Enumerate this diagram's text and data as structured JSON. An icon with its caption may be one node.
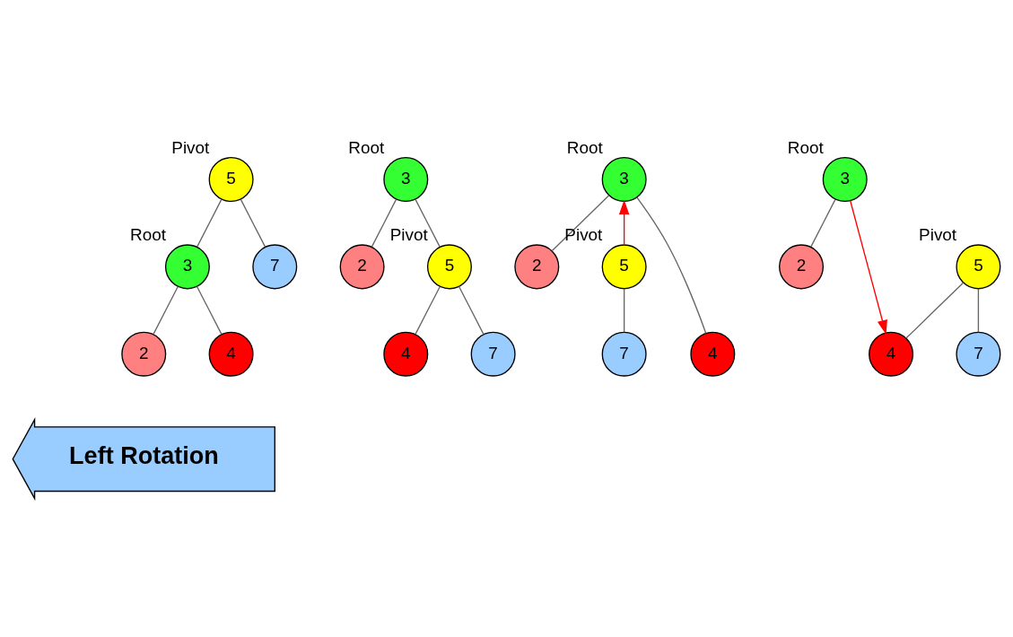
{
  "diagram": {
    "nodes": [
      {
        "text": [
          "5"
        ],
        "beside": [
          "Pivot"
        ]
      },
      {
        "text": [
          "3"
        ],
        "beside": [
          "Root"
        ]
      },
      {
        "text": [
          "7"
        ]
      },
      {
        "text": [
          "2"
        ]
      },
      {
        "text": [
          "4"
        ]
      },
      {
        "text": [
          "3"
        ],
        "beside": [
          "Root"
        ]
      },
      {
        "text": [
          "2"
        ]
      },
      {
        "text": [
          "5"
        ],
        "beside": [
          "Pivot"
        ]
      },
      {
        "text": [
          "4"
        ]
      },
      {
        "text": [
          "7"
        ]
      },
      {
        "text": [
          "3"
        ],
        "beside": [
          "Root"
        ]
      },
      {
        "text": [
          "2"
        ]
      },
      {
        "text": [
          "5"
        ],
        "beside": [
          "Pivot"
        ]
      },
      {
        "text": [
          "4"
        ]
      },
      {
        "text": [
          "7"
        ]
      },
      {
        "text": [
          "3"
        ],
        "beside": [
          "Root"
        ]
      },
      {
        "text": [
          "2"
        ]
      },
      {
        "text": [
          "5"
        ],
        "beside": [
          "Pivot"
        ]
      },
      {
        "text": [
          "4"
        ]
      },
      {
        "text": [
          "7"
        ]
      }
    ],
    "edges": [
      {
        "from": 0,
        "to": 1,
        "arrow": "none"
      },
      {
        "from": 0,
        "to": 2,
        "arrow": "none"
      },
      {
        "from": 1,
        "to": 3,
        "arrow": "none"
      },
      {
        "from": 1,
        "to": 4,
        "arrow": "none"
      },
      {
        "from": 5,
        "to": 6,
        "arrow": "none"
      },
      {
        "from": 5,
        "to": 7,
        "arrow": "none"
      },
      {
        "from": 7,
        "to": 8,
        "arrow": "none"
      },
      {
        "from": 7,
        "to": 9,
        "arrow": "none"
      },
      {
        "from": 10,
        "to": 11,
        "arrow": "none"
      },
      {
        "from": 13,
        "to": 10,
        "arrow": "none"
      },
      {
        "from": 12,
        "to": 10,
        "arrow": "to",
        "color": "#ff0000"
      },
      {
        "from": 12,
        "to": 14,
        "arrow": "none"
      },
      {
        "from": 15,
        "to": 16,
        "arrow": "none"
      },
      {
        "from": 15,
        "to": 18,
        "arrow": "to",
        "color": "#ff0000"
      },
      {
        "from": 17,
        "to": 18,
        "arrow": "none"
      },
      {
        "from": 17,
        "to": 19,
        "arrow": "none"
      }
    ],
    "labels": [
      "Left Rotation"
    ]
  }
}
